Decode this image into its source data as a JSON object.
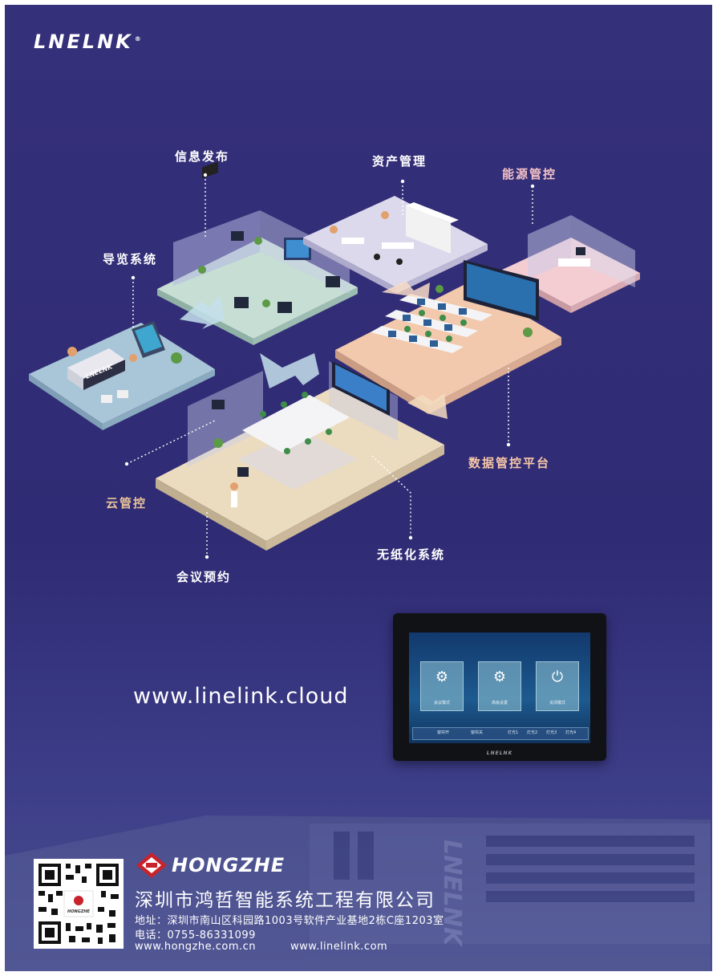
{
  "brand": {
    "name": "LNELNK",
    "mark": "®"
  },
  "callouts": {
    "info_release": "信息发布",
    "asset_mgmt": "资产管理",
    "energy_ctrl": "能源管控",
    "guide_system": "导览系统",
    "data_platform": "数据管控平台",
    "cloud_ctrl": "云管控",
    "meeting_booking": "会议预约",
    "paperless": "无纸化系统"
  },
  "scene": {
    "reception_sign": "LNELNK"
  },
  "website": "www.linelink.cloud",
  "panel": {
    "modes": [
      {
        "icon": "people-icon",
        "label": "会议模式"
      },
      {
        "icon": "gear-icon",
        "label": "高级设置"
      },
      {
        "icon": "power-icon",
        "label": "关闭模式"
      }
    ],
    "bar": {
      "left": "窗帘开",
      "right": "窗帘关",
      "lights": [
        "灯光1",
        "灯光2",
        "灯光3",
        "灯光4"
      ]
    },
    "logo": "LNELNK"
  },
  "building_sign": "LNELNK",
  "company": {
    "logo_text": "HONGZHE",
    "qr_logo": "HONGZHE",
    "name": "深圳市鸿哲智能系统工程有限公司",
    "address": "地址：深圳市南山区科园路1003号软件产业基地2栋C座1203室",
    "phone": "电话：0755-86331099",
    "web1": "www.hongzhe.com.cn",
    "web2": "www.linelink.com"
  },
  "colors": {
    "background": "#302c76",
    "reception": "#a9c5d8",
    "meeting": "#ecdcbf",
    "control": "#f2c9ad",
    "energy": "#f4cdd2",
    "asset": "#ddd9ec"
  }
}
